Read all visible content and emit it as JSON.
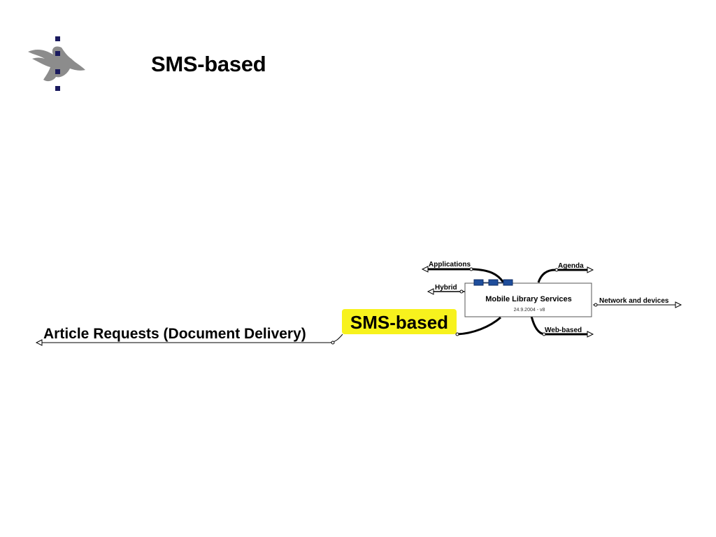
{
  "slide": {
    "title": "SMS-based"
  },
  "mindmap": {
    "center": {
      "title": "Mobile Library Services",
      "subtitle": "24.9.2004 - v8"
    },
    "branches": [
      {
        "label": "Applications"
      },
      {
        "label": "Hybrid"
      },
      {
        "label": "SMS-based",
        "highlight": "#f7f21d"
      },
      {
        "label": "Agenda"
      },
      {
        "label": "Network and devices"
      },
      {
        "label": "Web-based"
      }
    ],
    "subtopics": [
      {
        "label": "Article Requests (Document Delivery)"
      }
    ]
  },
  "colors": {
    "highlight": "#f7f21d",
    "icon_blue": "#1f4e9c",
    "logo_grey": "#8c8c8c",
    "logo_navy": "#1a1a5e"
  },
  "icons": {
    "logo": "university-flame-logo"
  }
}
